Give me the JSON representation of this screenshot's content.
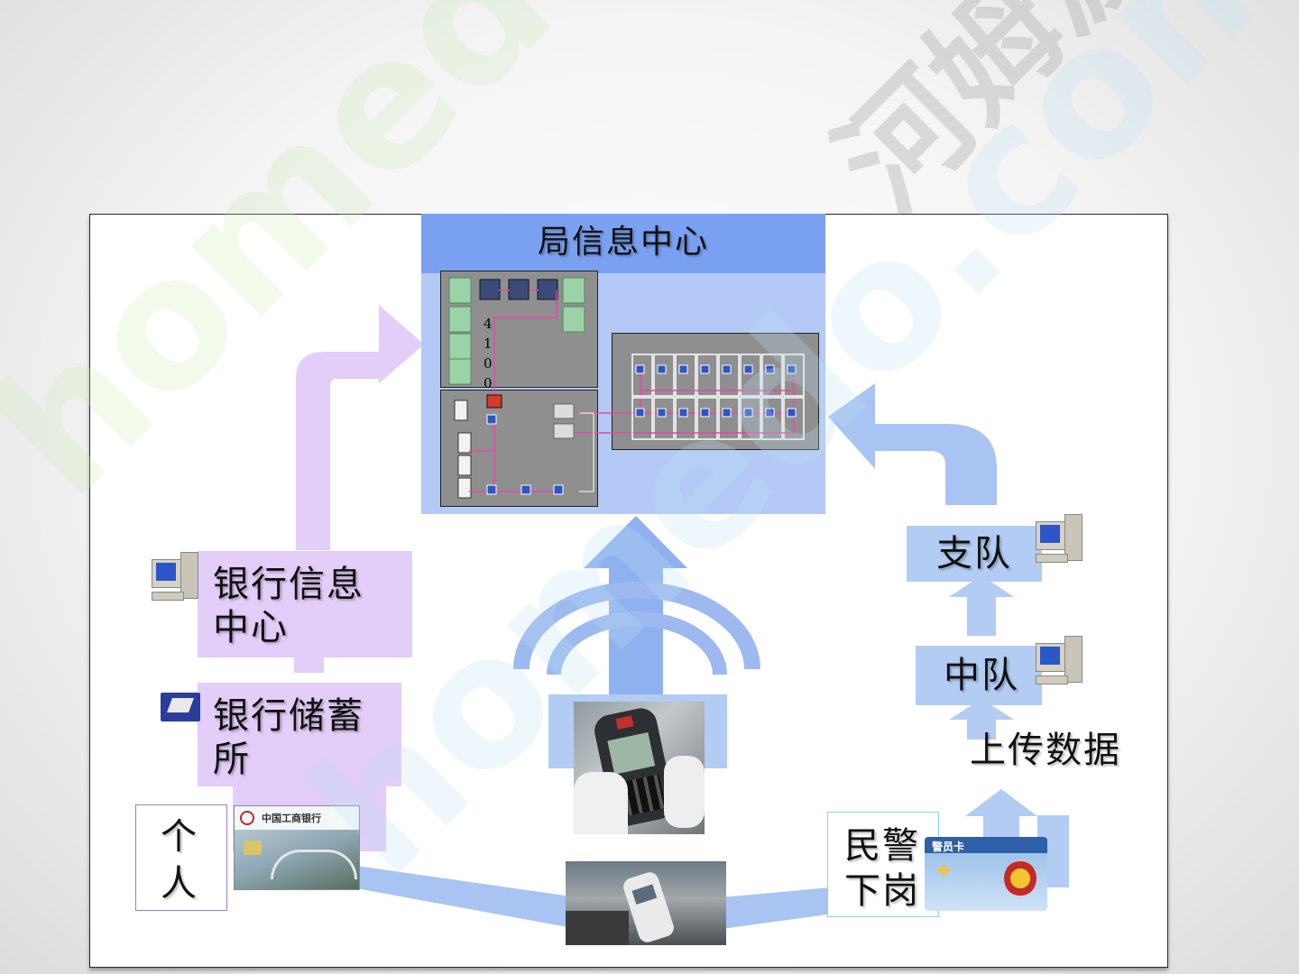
{
  "diagram": {
    "center_title": "局信息中心",
    "rack_digits": [
      "4",
      "1",
      "0",
      "0"
    ],
    "bank_info_center": "银行信息中心",
    "bank_savings": "银行储蓄所",
    "individual": "个人",
    "detachment": "支队",
    "squadron": "中队",
    "upload_data": "上传数据",
    "police_duty": "民警下岗",
    "bank_card_name": "中国工商银行",
    "police_card_name": "警员卡"
  },
  "watermark": {
    "text": "homedo.com",
    "brand": "河姆渡"
  },
  "colors": {
    "center_blue": "#7aa1f1",
    "center_panel": "#b4c9f5",
    "bank_purple": "#e3cdf9",
    "arrow_blue": "#a9c4f2"
  }
}
